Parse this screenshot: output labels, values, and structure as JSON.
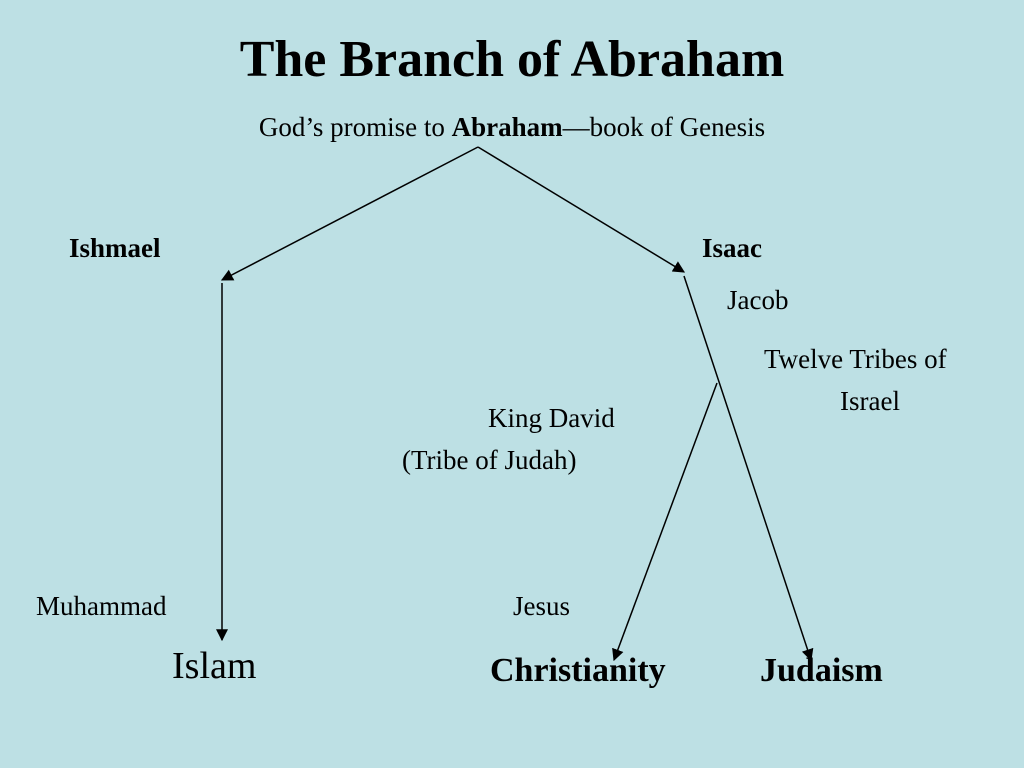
{
  "slide": {
    "title": "The Branch of Abraham",
    "subtitle": {
      "prefix": "God’s promise to ",
      "emphasis": "Abraham",
      "suffix": "—book of Genesis"
    }
  },
  "nodes": {
    "ishmael": "Ishmael",
    "isaac": "Isaac",
    "jacob": "Jacob",
    "twelve_tribes_line1": "Twelve Tribes of",
    "twelve_tribes_line2": "Israel",
    "king_david_line1": "King David",
    "king_david_line2": "(Tribe of Judah)",
    "muhammad": "Muhammad",
    "jesus": "Jesus",
    "islam": "Islam",
    "christianity": "Christianity",
    "judaism": "Judaism"
  },
  "colors": {
    "background": "#bde0e4",
    "text": "#000000",
    "lines": "#000000"
  }
}
